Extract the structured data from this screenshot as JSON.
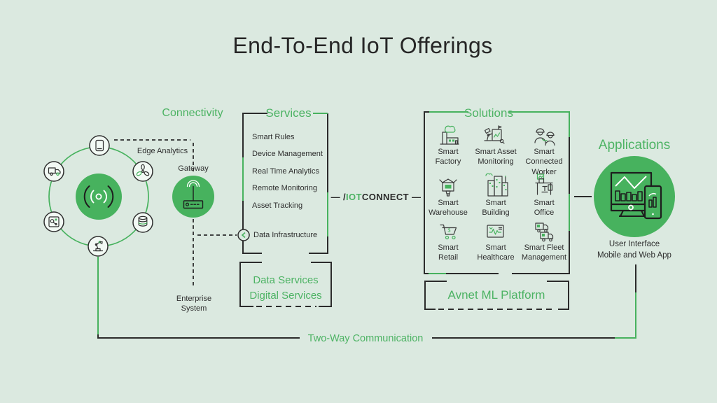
{
  "title": "End-To-End IoT Offerings",
  "colors": {
    "background": "#dbe9e0",
    "accent_green": "#47b25e",
    "text_green": "#4db364",
    "line_dark": "#2b2b2b"
  },
  "labels": {
    "connectivity": "Connectivity",
    "services": "Services",
    "solutions": "Solutions",
    "applications": "Applications",
    "edge_analytics": "Edge Analytics",
    "gateway": "Gateway",
    "enterprise_system": "Enterprise\nSystem",
    "two_way_communication": "Two-Way Communication",
    "user_interface": "User Interface\nMobile and Web App",
    "data_services": "Data Services\nDigital Services",
    "ml_platform": "Avnet ML Platform"
  },
  "iotconnect": {
    "dash_left": "— ",
    "slash": "/",
    "brand_iot": "IOT",
    "brand_connect": "CONNECT",
    "dash_right": " —"
  },
  "services": {
    "items": [
      "Smart Rules",
      "Device Management",
      "Real Time Analytics",
      "Remote Monitoring",
      "Asset Tracking",
      "Data Infrastructure"
    ]
  },
  "solutions": {
    "retail_symbol": "$",
    "items": [
      {
        "icon": "factory-icon",
        "label": "Smart\nFactory"
      },
      {
        "icon": "asset-monitoring-icon",
        "label": "Smart Asset\nMonitoring"
      },
      {
        "icon": "connected-worker-icon",
        "label": "Smart\nConnected\nWorker"
      },
      {
        "icon": "warehouse-icon",
        "label": "Smart\nWarehouse"
      },
      {
        "icon": "building-icon",
        "label": "Smart\nBuilding"
      },
      {
        "icon": "office-icon",
        "label": "Smart\nOffice"
      },
      {
        "icon": "retail-icon",
        "label": "Smart\nRetail"
      },
      {
        "icon": "healthcare-icon",
        "label": "Smart\nHealthcare"
      },
      {
        "icon": "fleet-icon",
        "label": "Smart Fleet\nManagement"
      }
    ]
  },
  "device_ring": {
    "hub_icon": "wireless-signal-icon",
    "icons": [
      "smartphone-icon",
      "truck-icon",
      "fan-icon",
      "circuit-board-icon",
      "database-icon",
      "robot-arm-icon"
    ]
  },
  "applications_icon": "dashboard-monitor-phone-icon",
  "gateway_icon": "router-antenna-icon",
  "data_infrastructure_icon": "chevron-left-icon"
}
